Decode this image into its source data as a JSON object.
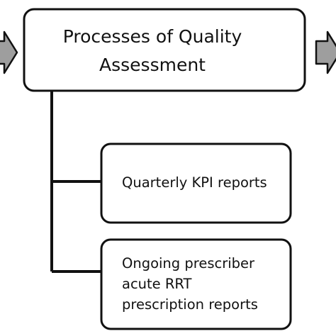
{
  "main_box": {
    "line1": "Processes of Quality",
    "line2": "Assessment"
  },
  "items": [
    {
      "lines": [
        "Quarterly KPI reports"
      ]
    },
    {
      "lines": [
        "Ongoing prescriber",
        "acute RRT",
        "prescription reports"
      ]
    }
  ],
  "colors": {
    "stroke": "#111111",
    "arrow_fill": "#9e9e9e",
    "box_fill": "#ffffff",
    "text": "#111111"
  },
  "icons": {
    "left": "arrow-right-icon",
    "right": "arrow-right-icon"
  }
}
